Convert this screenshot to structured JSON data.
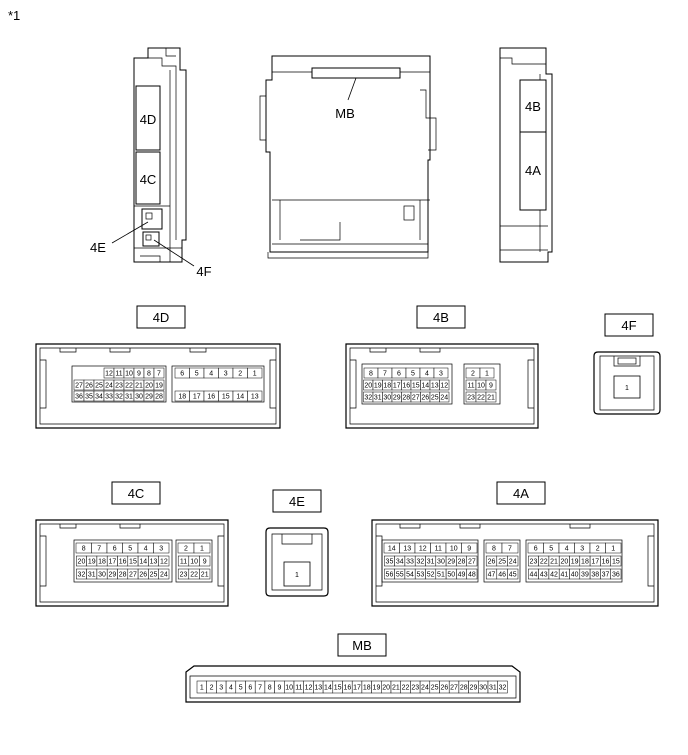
{
  "figure_ref": "*1",
  "side_views": {
    "left_labels": [
      "4D",
      "4C"
    ],
    "left_callouts": [
      "4E",
      "4F"
    ],
    "center_label": "MB",
    "right_labels": [
      "4B",
      "4A"
    ]
  },
  "connectors": {
    "c4D": {
      "label": "4D",
      "rows": [
        [
          "12",
          "11",
          "10",
          "9",
          "8",
          "7"
        ],
        [
          "27",
          "26",
          "25",
          "24",
          "23",
          "22",
          "21",
          "20",
          "19"
        ],
        [
          "36",
          "35",
          "34",
          "33",
          "32",
          "31",
          "30",
          "29",
          "28"
        ],
        [
          "6",
          "5",
          "4",
          "3",
          "2",
          "1"
        ],
        [
          "18",
          "17",
          "16",
          "15",
          "14",
          "13"
        ]
      ]
    },
    "c4B": {
      "label": "4B",
      "rows": [
        [
          "8",
          "7",
          "6",
          "5",
          "4",
          "3"
        ],
        [
          "20",
          "19",
          "18",
          "17",
          "16",
          "15",
          "14",
          "13",
          "12"
        ],
        [
          "32",
          "31",
          "30",
          "29",
          "28",
          "27",
          "26",
          "25",
          "24"
        ],
        [
          "2",
          "1"
        ],
        [
          "11",
          "10",
          "9"
        ],
        [
          "23",
          "22",
          "21"
        ]
      ]
    },
    "c4F": {
      "label": "4F",
      "pin": "1"
    },
    "c4C": {
      "label": "4C",
      "rows": [
        [
          "8",
          "7",
          "6",
          "5",
          "4",
          "3"
        ],
        [
          "20",
          "19",
          "18",
          "17",
          "16",
          "15",
          "14",
          "13",
          "12"
        ],
        [
          "32",
          "31",
          "30",
          "29",
          "28",
          "27",
          "26",
          "25",
          "24"
        ],
        [
          "2",
          "1"
        ],
        [
          "11",
          "10",
          "9"
        ],
        [
          "23",
          "22",
          "21"
        ]
      ]
    },
    "c4E": {
      "label": "4E",
      "pin": "1"
    },
    "c4A": {
      "label": "4A",
      "rows": [
        [
          "14",
          "13",
          "12",
          "11",
          "10",
          "9"
        ],
        [
          "35",
          "34",
          "33",
          "32",
          "31",
          "30",
          "29",
          "28",
          "27"
        ],
        [
          "56",
          "55",
          "54",
          "53",
          "52",
          "51",
          "50",
          "49",
          "48"
        ],
        [
          "8",
          "7"
        ],
        [
          "26",
          "25",
          "24"
        ],
        [
          "47",
          "46",
          "45"
        ],
        [
          "6",
          "5",
          "4",
          "3",
          "2",
          "1"
        ],
        [
          "23",
          "22",
          "21",
          "20",
          "19",
          "18",
          "17",
          "16",
          "15"
        ],
        [
          "44",
          "43",
          "42",
          "41",
          "40",
          "39",
          "38",
          "37",
          "36"
        ]
      ]
    },
    "cMB": {
      "label": "MB",
      "pins": [
        "1",
        "2",
        "3",
        "4",
        "5",
        "6",
        "7",
        "8",
        "9",
        "10",
        "11",
        "12",
        "13",
        "14",
        "15",
        "16",
        "17",
        "18",
        "19",
        "20",
        "21",
        "22",
        "23",
        "24",
        "25",
        "26",
        "27",
        "28",
        "29",
        "30",
        "31",
        "32"
      ]
    }
  }
}
